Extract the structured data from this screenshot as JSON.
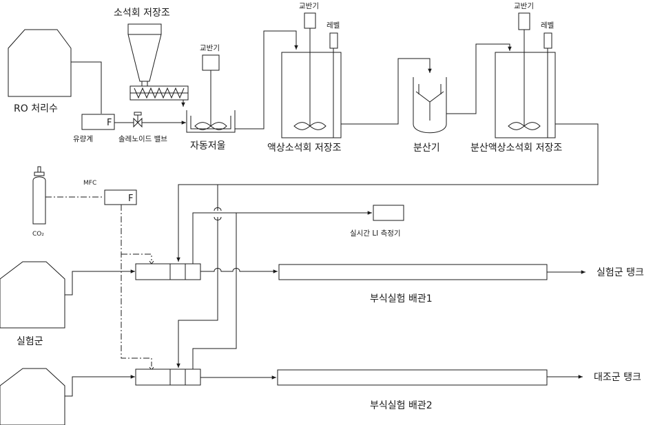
{
  "labels": {
    "ro_water": "RO 처리수",
    "quicklime_silo": "소석회 저장조",
    "agitator": "교반기",
    "level": "레벨",
    "flowmeter": "유량계",
    "flowmeter_f": "F",
    "solenoid_valve": "솔레노이드 밸브",
    "auto_scale": "자동저울",
    "slaked_lime_tank": "액상소석회 저장조",
    "disperser": "분산기",
    "dispersed_tank": "분산액상소석회 저장조",
    "mfc": "MFC",
    "mfc_f": "F",
    "co2": "CO₂",
    "li_meter": "실시간 LI 측정기",
    "test_group": "실험군",
    "test_pipe": "부식실험 배관1",
    "test_tank": "실험군 탱크",
    "control_pipe": "부식실험 배관2",
    "control_tank": "대조군 탱크"
  }
}
